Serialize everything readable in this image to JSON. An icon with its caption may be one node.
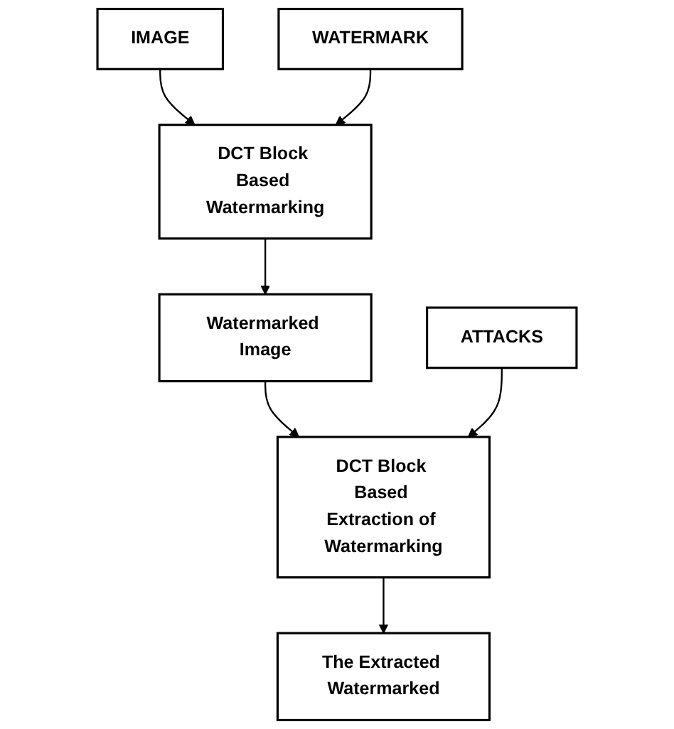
{
  "diagram": {
    "nodes": [
      {
        "text": [
          "IMAGE"
        ]
      },
      {
        "text": [
          "WATERMARK"
        ]
      },
      {
        "text": [
          "DCT Block Based Watermarking"
        ]
      },
      {
        "text": [
          "Watermarked Image"
        ]
      },
      {
        "text": [
          "DCT Block Based Extraction of Watermarking"
        ]
      },
      {
        "text": [
          "ATTACKS"
        ]
      },
      {
        "text": [
          "The Extracted Watermarked"
        ]
      }
    ],
    "edges": [
      {
        "from": 0,
        "to": 2,
        "arrow": "to"
      },
      {
        "from": 1,
        "to": 2,
        "arrow": "to"
      },
      {
        "from": 2,
        "to": 3,
        "arrow": "to"
      },
      {
        "from": 3,
        "to": 4,
        "arrow": "to"
      },
      {
        "from": 5,
        "to": 4,
        "arrow": "to"
      },
      {
        "from": 4,
        "to": 6,
        "arrow": "to"
      }
    ]
  }
}
